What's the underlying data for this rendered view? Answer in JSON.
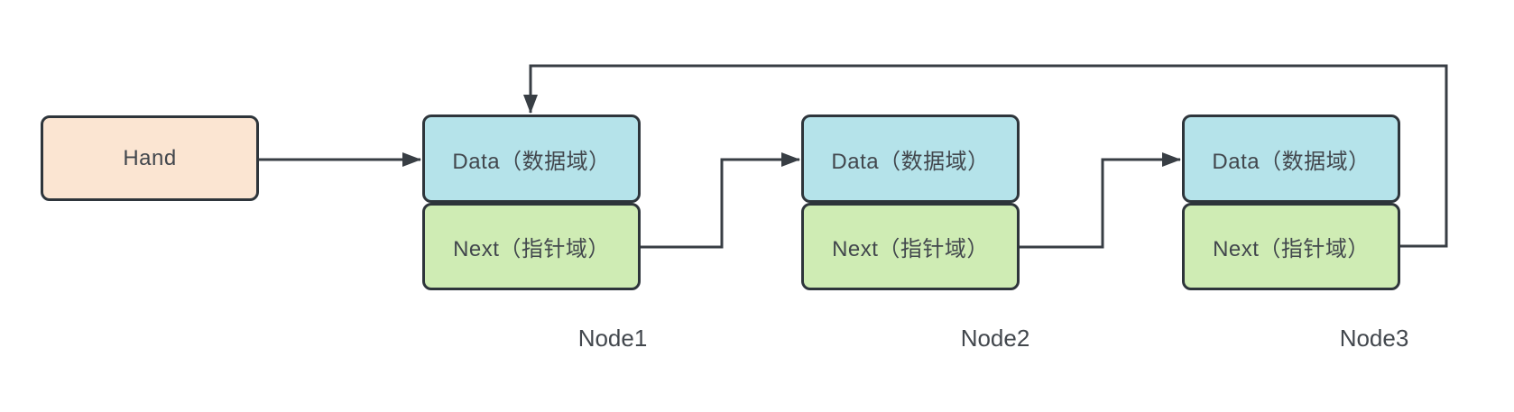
{
  "diagram": {
    "kind": "circular-singly-linked-list"
  },
  "colors": {
    "background": "#ffffff",
    "hand_fill": "#fbe5d2",
    "data_fill": "#b5e3ea",
    "next_fill": "#cfecb4",
    "border": "#2e353b",
    "line": "#383e44",
    "text": "#42474d"
  },
  "hand": {
    "label": "Hand"
  },
  "nodes": [
    {
      "name": "Node1",
      "data_label": "Data（数据域）",
      "next_label": "Next（指针域）"
    },
    {
      "name": "Node2",
      "data_label": "Data（数据域）",
      "next_label": "Next（指针域）"
    },
    {
      "name": "Node3",
      "data_label": "Data（数据域）",
      "next_label": "Next（指针域）"
    }
  ],
  "connections": [
    {
      "from": "Hand",
      "to": "Node1.Data"
    },
    {
      "from": "Node1.Next",
      "to": "Node2.Data"
    },
    {
      "from": "Node2.Next",
      "to": "Node3.Data"
    },
    {
      "from": "Node3.Next",
      "to": "Node1.Data"
    }
  ]
}
